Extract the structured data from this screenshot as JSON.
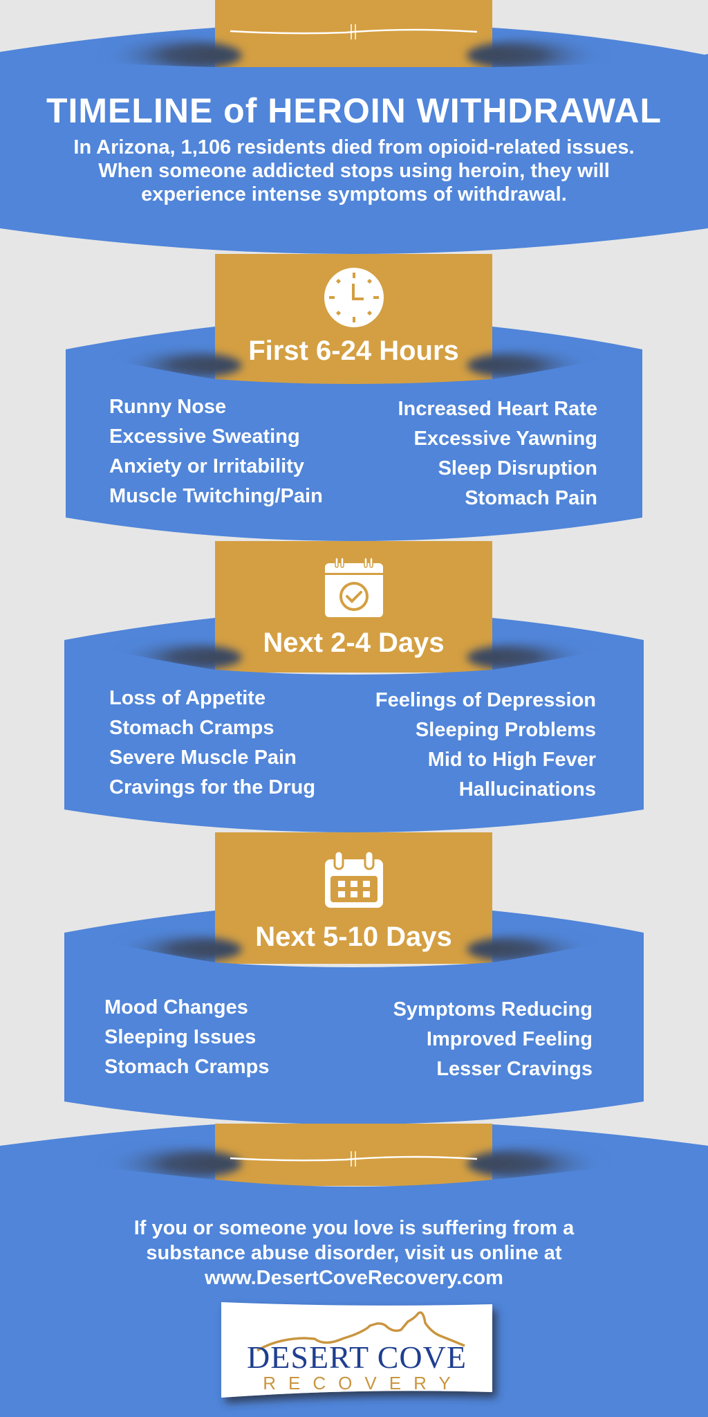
{
  "colors": {
    "background": "#e6e6e6",
    "blue": "#5085d9",
    "gold": "#d49f42",
    "shadow": "#3a4556",
    "text": "#ffffff",
    "logo_navy": "#1f3f8f",
    "logo_gold": "#c9953f"
  },
  "header": {
    "title": "TIMELINE of HEROIN WITHDRAWAL",
    "intro_lines": [
      "In Arizona, 1,106 residents died from opioid-related issues.",
      "When someone addicted stops using heroin, they will",
      "experience intense symptoms of withdrawal."
    ]
  },
  "sections": [
    {
      "icon": "clock-icon",
      "heading": "First 6-24 Hours",
      "left_items": [
        "Runny Nose",
        "Excessive Sweating",
        "Anxiety or Irritability",
        "Muscle Twitching/Pain"
      ],
      "right_items": [
        "Increased Heart Rate",
        "Excessive Yawning",
        "Sleep Disruption",
        "Stomach Pain"
      ]
    },
    {
      "icon": "calendar-check-icon",
      "heading": "Next 2-4 Days",
      "left_items": [
        "Loss of Appetite",
        "Stomach Cramps",
        "Severe Muscle Pain",
        "Cravings for the Drug"
      ],
      "right_items": [
        "Feelings of Depression",
        "Sleeping Problems",
        "Mid to High Fever",
        "Hallucinations"
      ]
    },
    {
      "icon": "calendar-grid-icon",
      "heading": "Next 5-10 Days",
      "left_items": [
        "Mood Changes",
        "Sleeping Issues",
        "Stomach Cramps"
      ],
      "right_items": [
        "Symptoms Reducing",
        "Improved Feeling",
        "Lesser Cravings"
      ]
    }
  ],
  "footer": {
    "cta_lines": [
      "If you or someone you love is suffering from a",
      "substance abuse disorder, visit us online at",
      "www.DesertCoveRecovery.com"
    ],
    "logo": {
      "name": "DESERT COVE",
      "subtitle": "RECOVERY"
    }
  }
}
